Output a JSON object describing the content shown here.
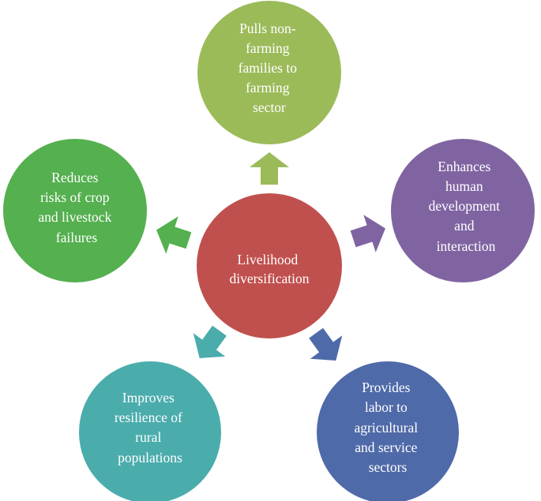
{
  "diagram": {
    "center": {
      "lines": [
        "Livelihood",
        "diversification"
      ],
      "color": "#c0504d"
    },
    "nodes": [
      {
        "id": "top",
        "lines": [
          "Pulls non-",
          "farming",
          "families to",
          "farming",
          "sector"
        ],
        "color": "#9bbb59"
      },
      {
        "id": "right",
        "lines": [
          "Enhances",
          "human",
          "development",
          "and",
          "interaction"
        ],
        "color": "#8064a2"
      },
      {
        "id": "bottom-right",
        "lines": [
          "Provides",
          "labor to",
          "agricultural",
          "and service",
          "sectors"
        ],
        "color": "#4f6aa8"
      },
      {
        "id": "bottom-left",
        "lines": [
          "Improves",
          "resilience of",
          "rural",
          "populations"
        ],
        "color": "#4bacac"
      },
      {
        "id": "left",
        "lines": [
          "Reduces",
          "risks of crop",
          "and livestock",
          "failures"
        ],
        "color": "#55b04f"
      }
    ]
  }
}
